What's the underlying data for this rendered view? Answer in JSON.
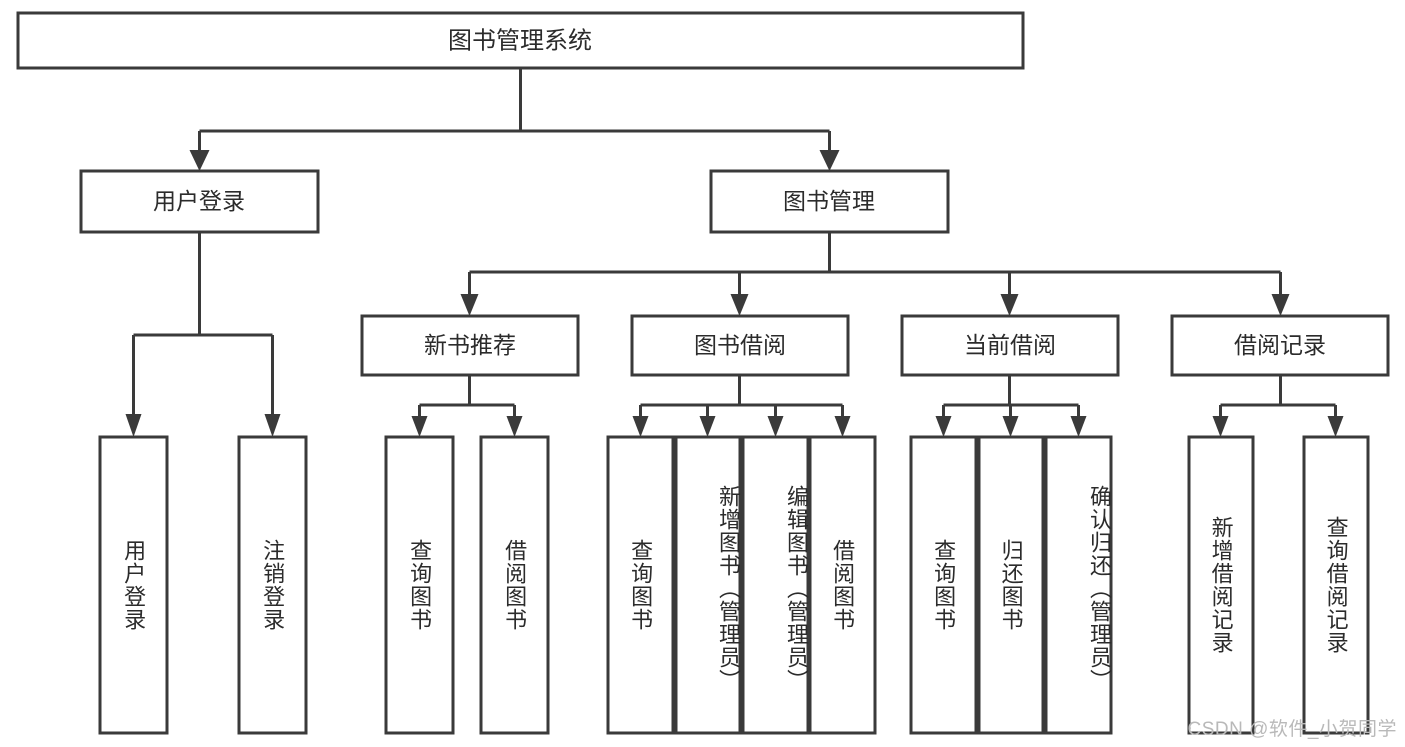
{
  "diagram": {
    "title": "图书管理系统",
    "type": "hierarchy-tree",
    "watermark": "CSDN @软件_小贺同学",
    "colors": {
      "box_stroke": "#3a3a3a",
      "box_fill": "#ffffff",
      "text": "#2b2b2b",
      "watermark": "#b9b9b9",
      "background": "#ffffff"
    },
    "levels": {
      "root": {
        "label": "图书管理系统"
      },
      "level2": [
        {
          "label": "用户登录"
        },
        {
          "label": "图书管理"
        }
      ],
      "level3": [
        {
          "label": "新书推荐"
        },
        {
          "label": "图书借阅"
        },
        {
          "label": "当前借阅"
        },
        {
          "label": "借阅记录"
        }
      ]
    },
    "leaves": {
      "user_login": [
        {
          "label": "用户登录"
        },
        {
          "label": "注销登录"
        }
      ],
      "new_book_recommend": [
        {
          "label": "查询图书"
        },
        {
          "label": "借阅图书"
        }
      ],
      "book_borrow": [
        {
          "label": "查询图书"
        },
        {
          "label": "新增图书（管理员）"
        },
        {
          "label": "编辑图书（管理员）"
        },
        {
          "label": "借阅图书"
        }
      ],
      "current_borrow": [
        {
          "label": "查询图书"
        },
        {
          "label": "归还图书"
        },
        {
          "label": "确认归还（管理员）"
        }
      ],
      "borrow_record": [
        {
          "label": "新增借阅记录"
        },
        {
          "label": "查询借阅记录"
        }
      ]
    }
  }
}
